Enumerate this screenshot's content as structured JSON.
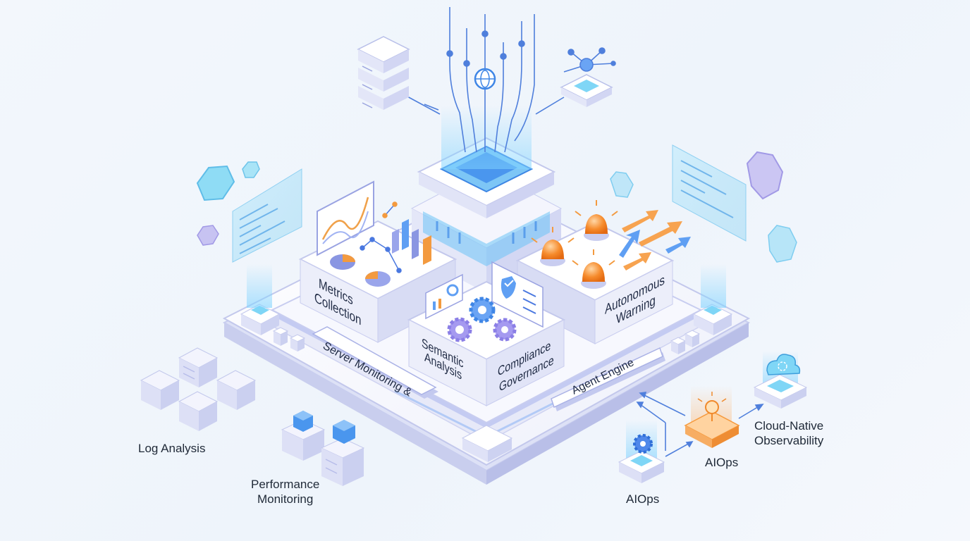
{
  "modules": {
    "metrics": [
      "Metrics",
      "Collection"
    ],
    "semantic": [
      "Semantic",
      "Analysis"
    ],
    "compliance": [
      "Compliance",
      "Governance"
    ],
    "warning": [
      "Autonomous",
      "Warning"
    ]
  },
  "banners": {
    "server": "Server Monitoring &",
    "agent": "Agent Engine"
  },
  "labels": {
    "log_analysis": "Log Analysis",
    "performance": [
      "Performance",
      "Monitoring"
    ],
    "aiops_center": "AIOps",
    "aiops_right": "AIOps",
    "cloud_native": [
      "Cloud-Native",
      "Observability"
    ]
  },
  "colors": {
    "accent_blue": "#4f8ff0",
    "accent_orange": "#f5923a",
    "lavender": "#d9dcf6",
    "cyan": "#8fdcf5"
  }
}
